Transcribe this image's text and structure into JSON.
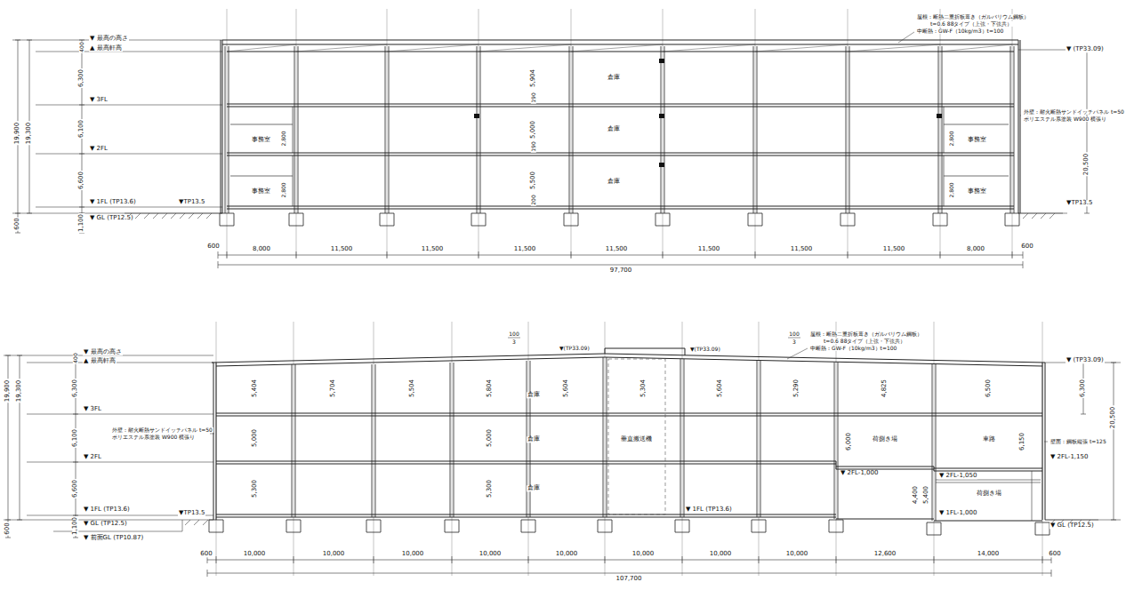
{
  "diagram": {
    "labels": [
      "▼ 最高の高さ",
      "▲ 最高軒高",
      "▼ 3FL",
      "▼ 2FL",
      "▼ 1FL (TP13.6)",
      "▼ GL (TP12.5)",
      "19,900",
      "19,300",
      "400",
      "6,300",
      "6,100",
      "6,600",
      "1,100",
      "600",
      "▼TP13.5",
      "屋根：断熱二重折板葺き（ガルバリウム鋼板）",
      "t=0.6 88タイプ（上弦・下弦共）",
      "中断熱：GW-F（10kg/m3）t=100",
      "▼ (TP33.09)",
      "外壁：耐火断熱サンドイッチパネル t=50",
      "ポリエステル系塗装 W900 横張り",
      "20,500",
      "▼TP13.5",
      "事務室",
      "事務室",
      "事務室",
      "事務室",
      "倉庫",
      "倉庫",
      "倉庫",
      "2,800",
      "2,800",
      "2,800",
      "2,800",
      "5,904",
      "190",
      "5,000",
      "190",
      "5,500",
      "200",
      "600",
      "8,000",
      "11,500",
      "11,500",
      "11,500",
      "11,500",
      "11,500",
      "11,500",
      "11,500",
      "8,000",
      "600",
      "97,700",
      "▼ 最高の高さ",
      "▲ 最高軒高",
      "▼ 3FL",
      "▼ 2FL",
      "▼ 1FL (TP13.6)",
      "▼ GL (TP12.5)",
      "▼ 前面GL (TP10.87)",
      "▼TP13.5",
      "19,900",
      "19,300",
      "400",
      "6,300",
      "6,100",
      "6,600",
      "1,100",
      "600",
      "外壁：耐火断熱サンドイッチパネル t=50",
      "ポリエステル系塗装 W900 横張り",
      "100",
      "3",
      "100",
      "3",
      "▼(TP33.09)",
      "▼(TP33.09)",
      "屋根：断熱二重折板葺き（ガルバリウム鋼板）",
      "t=0.6 88タイプ（上弦・下弦共）",
      "中断熱：GW-F（10kg/m3）t=100",
      "▼ (TP33.09)",
      "6,300",
      "20,500",
      "壁面：鋼板縦張 t=125",
      "▼ 2FL-1,150",
      "▼ GL (TP12.5)",
      "5,404",
      "5,704",
      "5,504",
      "5,804",
      "5,604",
      "5,304",
      "5,604",
      "5,290",
      "4,825",
      "6,500",
      "倉庫",
      "倉庫",
      "倉庫",
      "垂直搬送機",
      "荷捌き場",
      "車路",
      "荷捌き場",
      "5,000",
      "5,000",
      "6,000",
      "6,150",
      "5,300",
      "5,300",
      "4,400",
      "5,400",
      "▼ 2FL-1,000",
      "▼ 2FL-1,050",
      "▼ 1FL (TP13.6)",
      "▼ 1FL-1,000",
      "600",
      "10,000",
      "10,000",
      "10,000",
      "10,000",
      "10,000",
      "10,000",
      "10,000",
      "10,000",
      "12,600",
      "14,000",
      "600",
      "107,700"
    ]
  }
}
